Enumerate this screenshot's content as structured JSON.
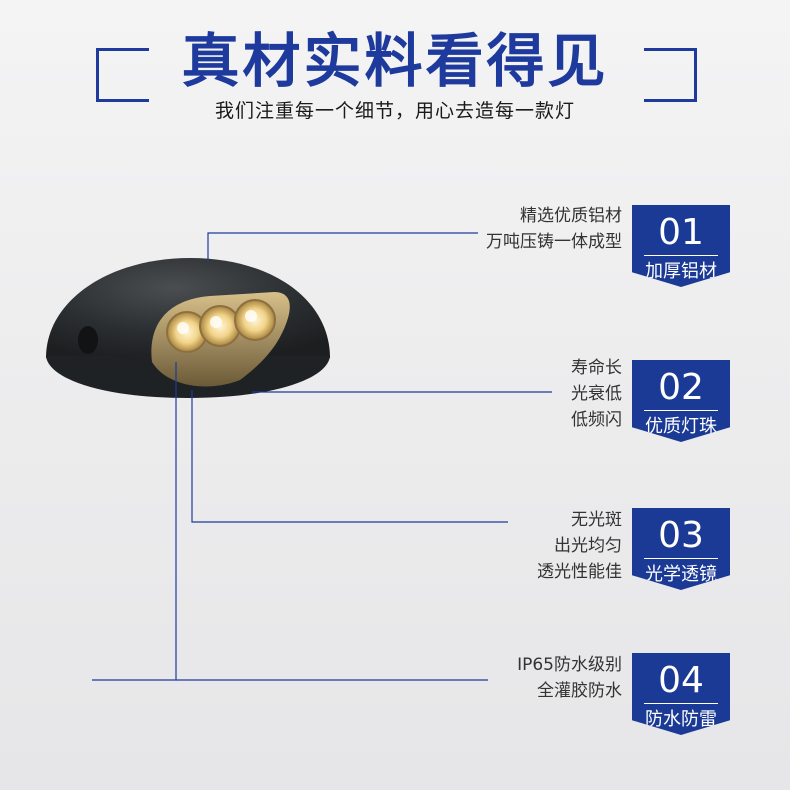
{
  "header": {
    "title": "真材实料看得见",
    "subtitle": "我们注重每一个细节，用心去造每一款灯"
  },
  "features": [
    {
      "number": "01",
      "label": "加厚铝材",
      "lines": [
        "精选优质铝材",
        "万吨压铸一体成型"
      ]
    },
    {
      "number": "02",
      "label": "优质灯珠",
      "lines": [
        "寿命长",
        "光衰低",
        "低频闪"
      ]
    },
    {
      "number": "03",
      "label": "光学透镜",
      "lines": [
        "无光斑",
        "出光均匀",
        "透光性能佳"
      ]
    },
    {
      "number": "04",
      "label": "防水防雷",
      "lines": [
        "IP65防水级别",
        "全灌胶防水"
      ]
    }
  ],
  "colors": {
    "accent": "#1e3a9c",
    "badge": "#1b3a95",
    "lamp_body": "#2e3133",
    "led_glow": "#f5d98e"
  }
}
